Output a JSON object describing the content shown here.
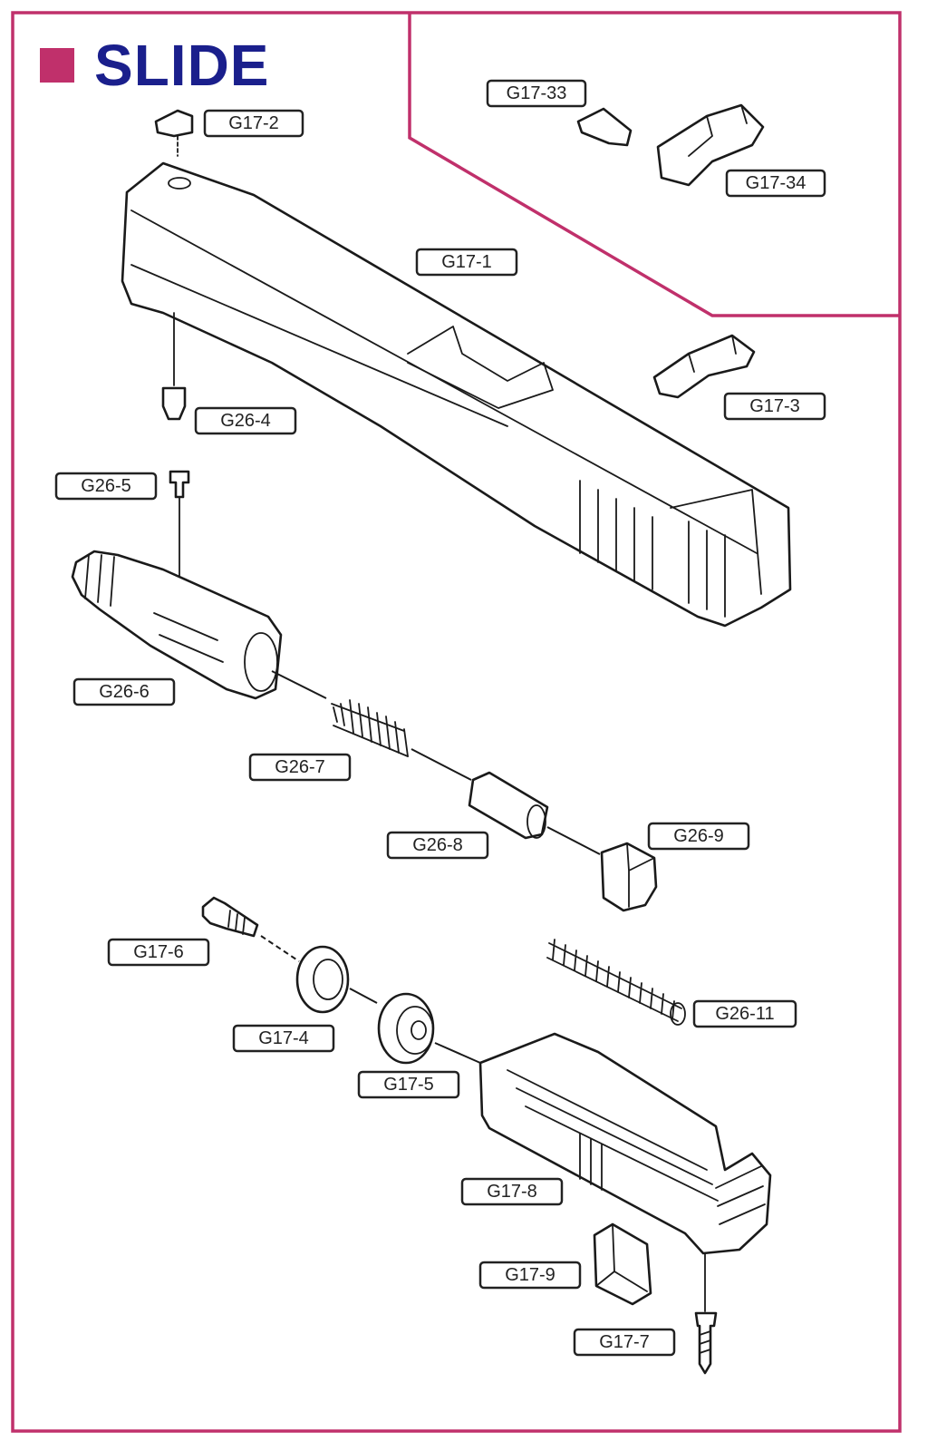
{
  "title": "SLIDE",
  "colors": {
    "border": "#c0306b",
    "title_text": "#1a1f8c",
    "title_square": "#c0306b"
  },
  "labels": {
    "g17_1": "G17-1",
    "g17_2": "G17-2",
    "g17_3": "G17-3",
    "g17_33": "G17-33",
    "g17_34": "G17-34",
    "g26_4": "G26-4",
    "g26_5": "G26-5",
    "g26_6": "G26-6",
    "g26_7": "G26-7",
    "g26_8": "G26-8",
    "g26_9": "G26-9",
    "g17_6": "G17-6",
    "g17_4": "G17-4",
    "g17_5": "G17-5",
    "g26_11": "G26-11",
    "g17_8": "G17-8",
    "g17_9": "G17-9",
    "g17_7": "G17-7"
  }
}
